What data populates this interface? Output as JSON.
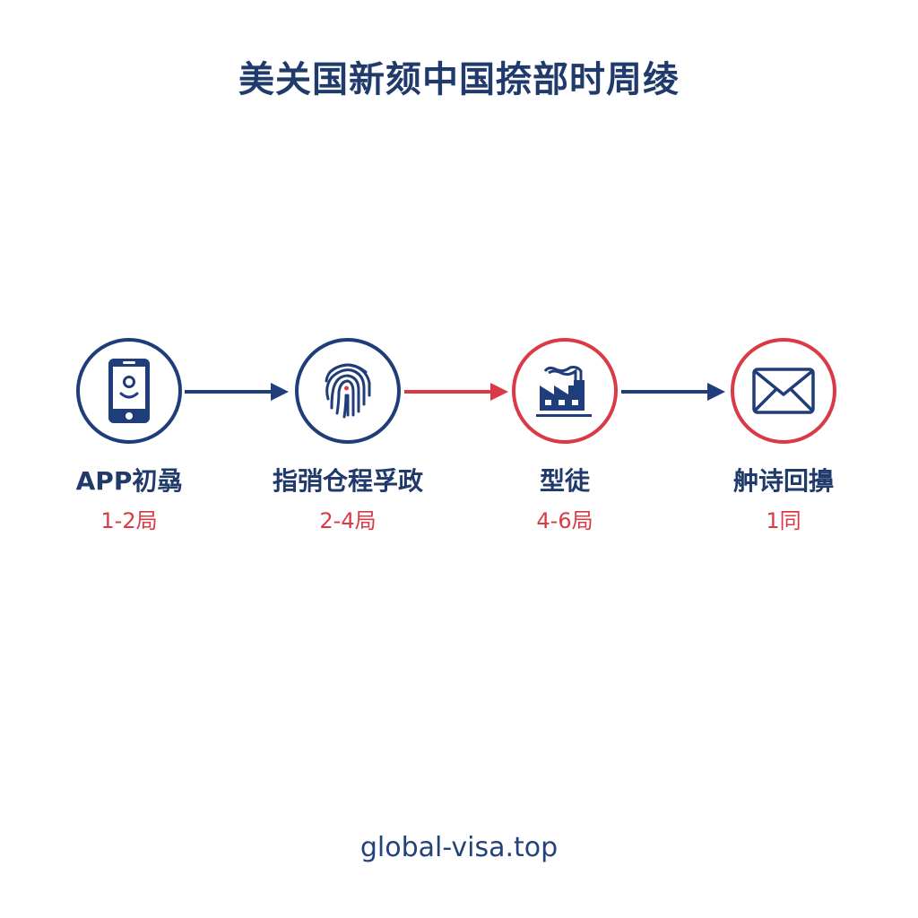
{
  "title": "美关国新颏中国捺部时周绫",
  "colors": {
    "navy": "#1f3d7a",
    "red": "#d93a45",
    "background": "#ffffff"
  },
  "steps": [
    {
      "label": "APP初骉",
      "duration": "1-2局",
      "icon": "smartphone-icon",
      "ring_color": "navy"
    },
    {
      "label": "指弰仓程孚政",
      "duration": "2-4局",
      "icon": "fingerprint-icon",
      "ring_color": "navy"
    },
    {
      "label": "型徒",
      "duration": "4-6局",
      "icon": "factory-icon",
      "ring_color": "red"
    },
    {
      "label": "舯诗回擤",
      "duration": "1同",
      "icon": "envelope-icon",
      "ring_color": "red"
    }
  ],
  "arrows": [
    {
      "color": "navy"
    },
    {
      "color": "red"
    },
    {
      "color": "navy"
    }
  ],
  "footer": {
    "site": "global-visa.top"
  }
}
